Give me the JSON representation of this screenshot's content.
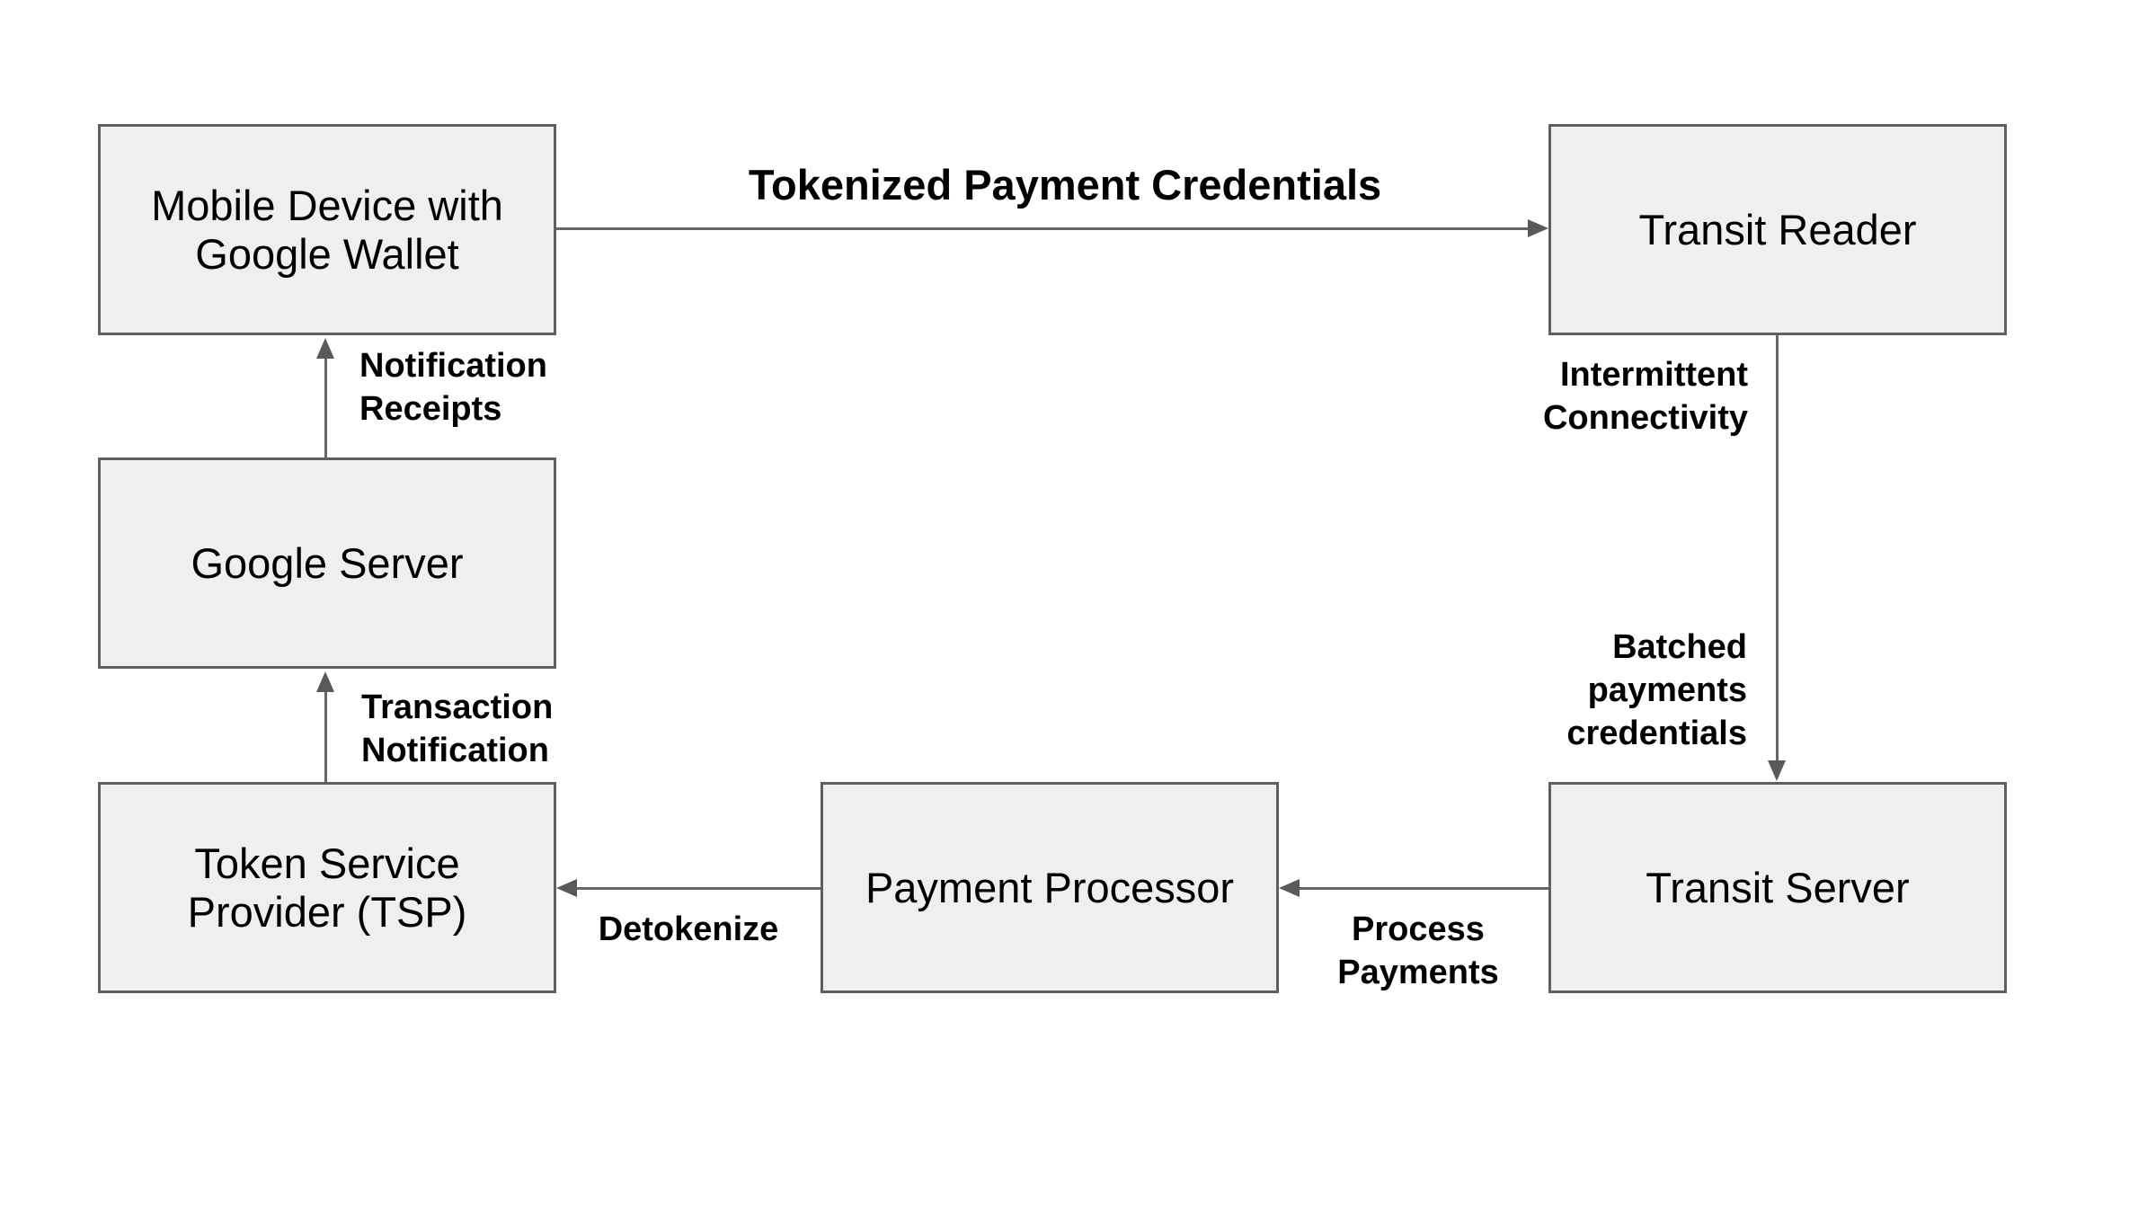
{
  "diagram": {
    "title": "",
    "colors": {
      "background": "#ffffff",
      "node_fill": "#efefef",
      "node_border": "#5f5f5f",
      "connector": "#666666",
      "arrowhead": "#595959",
      "text": "#000000"
    },
    "nodes": [
      {
        "id": "mobile-device-google-wallet",
        "label": "Mobile Device with\nGoogle Wallet"
      },
      {
        "id": "transit-reader",
        "label": "Transit Reader"
      },
      {
        "id": "google-server",
        "label": "Google Server"
      },
      {
        "id": "token-service-provider",
        "label": "Token Service\nProvider (TSP)"
      },
      {
        "id": "payment-processor",
        "label": "Payment Processor"
      },
      {
        "id": "transit-server",
        "label": "Transit Server"
      }
    ],
    "edges": [
      {
        "from": "mobile-device-google-wallet",
        "to": "transit-reader",
        "direction": "right",
        "label": "Tokenized Payment Credentials"
      },
      {
        "from": "transit-reader",
        "to": "transit-server",
        "direction": "down",
        "label": "Intermittent\nConnectivity",
        "label_secondary": "Batched\npayments\ncredentials"
      },
      {
        "from": "transit-server",
        "to": "payment-processor",
        "direction": "left",
        "label": "Process\nPayments"
      },
      {
        "from": "payment-processor",
        "to": "token-service-provider",
        "direction": "left",
        "label": "Detokenize"
      },
      {
        "from": "token-service-provider",
        "to": "google-server",
        "direction": "up",
        "label": "Transaction\nNotification"
      },
      {
        "from": "google-server",
        "to": "mobile-device-google-wallet",
        "direction": "up",
        "label": "Notification\nReceipts"
      }
    ]
  }
}
